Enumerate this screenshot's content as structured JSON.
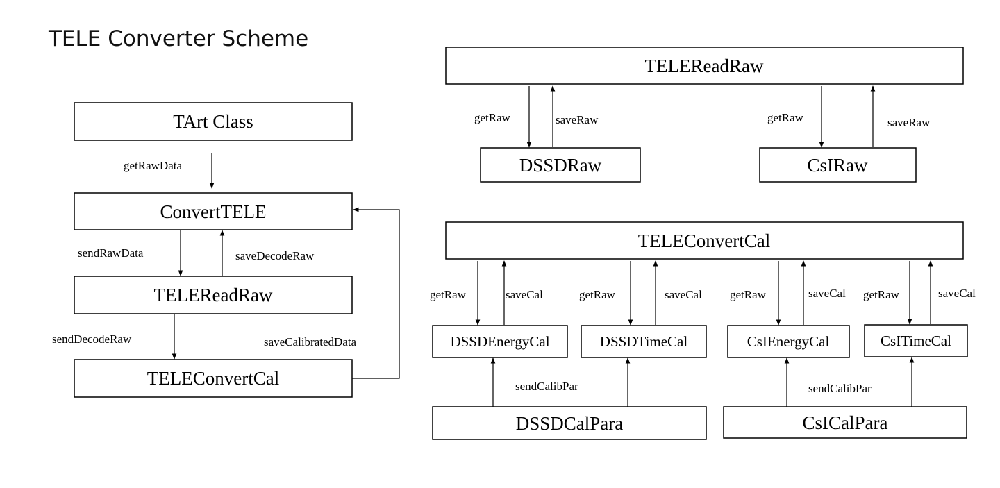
{
  "title": "TELE Converter Scheme",
  "left_flow": {
    "nodes": {
      "tart_class": "TArt Class",
      "convert_tele": "ConvertTELE",
      "tele_read_raw": "TELEReadRaw",
      "tele_convert_cal": "TELEConvertCal"
    },
    "edges": {
      "get_raw_data": "getRawData",
      "send_raw_data": "sendRawData",
      "save_decode_raw": "saveDecodeRaw",
      "send_decode_raw": "sendDecodeRaw",
      "save_calibrated_data": "saveCalibratedData"
    }
  },
  "read_raw_block": {
    "nodes": {
      "tele_read_raw": "TELEReadRaw",
      "dssd_raw": "DSSDRaw",
      "csi_raw": "CsIRaw"
    },
    "edges": {
      "dssd_get_raw": "getRaw",
      "dssd_save_raw": "saveRaw",
      "csi_get_raw": "getRaw",
      "csi_save_raw": "saveRaw"
    }
  },
  "convert_cal_block": {
    "nodes": {
      "tele_convert_cal": "TELEConvertCal",
      "dssd_energy_cal": "DSSDEnergyCal",
      "dssd_time_cal": "DSSDTimeCal",
      "csi_energy_cal": "CsIEnergyCal",
      "csi_time_cal": "CsITimeCal",
      "dssd_cal_para": "DSSDCalPara",
      "csi_cal_para": "CsICalPara"
    },
    "edges": {
      "dssd_energy_get_raw": "getRaw",
      "dssd_energy_save_cal": "saveCal",
      "dssd_time_get_raw": "getRaw",
      "dssd_time_save_cal": "saveCal",
      "csi_energy_get_raw": "getRaw",
      "csi_energy_save_cal": "saveCal",
      "csi_time_get_raw": "getRaw",
      "csi_time_save_cal": "saveCal",
      "dssd_send_calib_par": "sendCalibPar",
      "csi_send_calib_par": "sendCalibPar"
    }
  }
}
